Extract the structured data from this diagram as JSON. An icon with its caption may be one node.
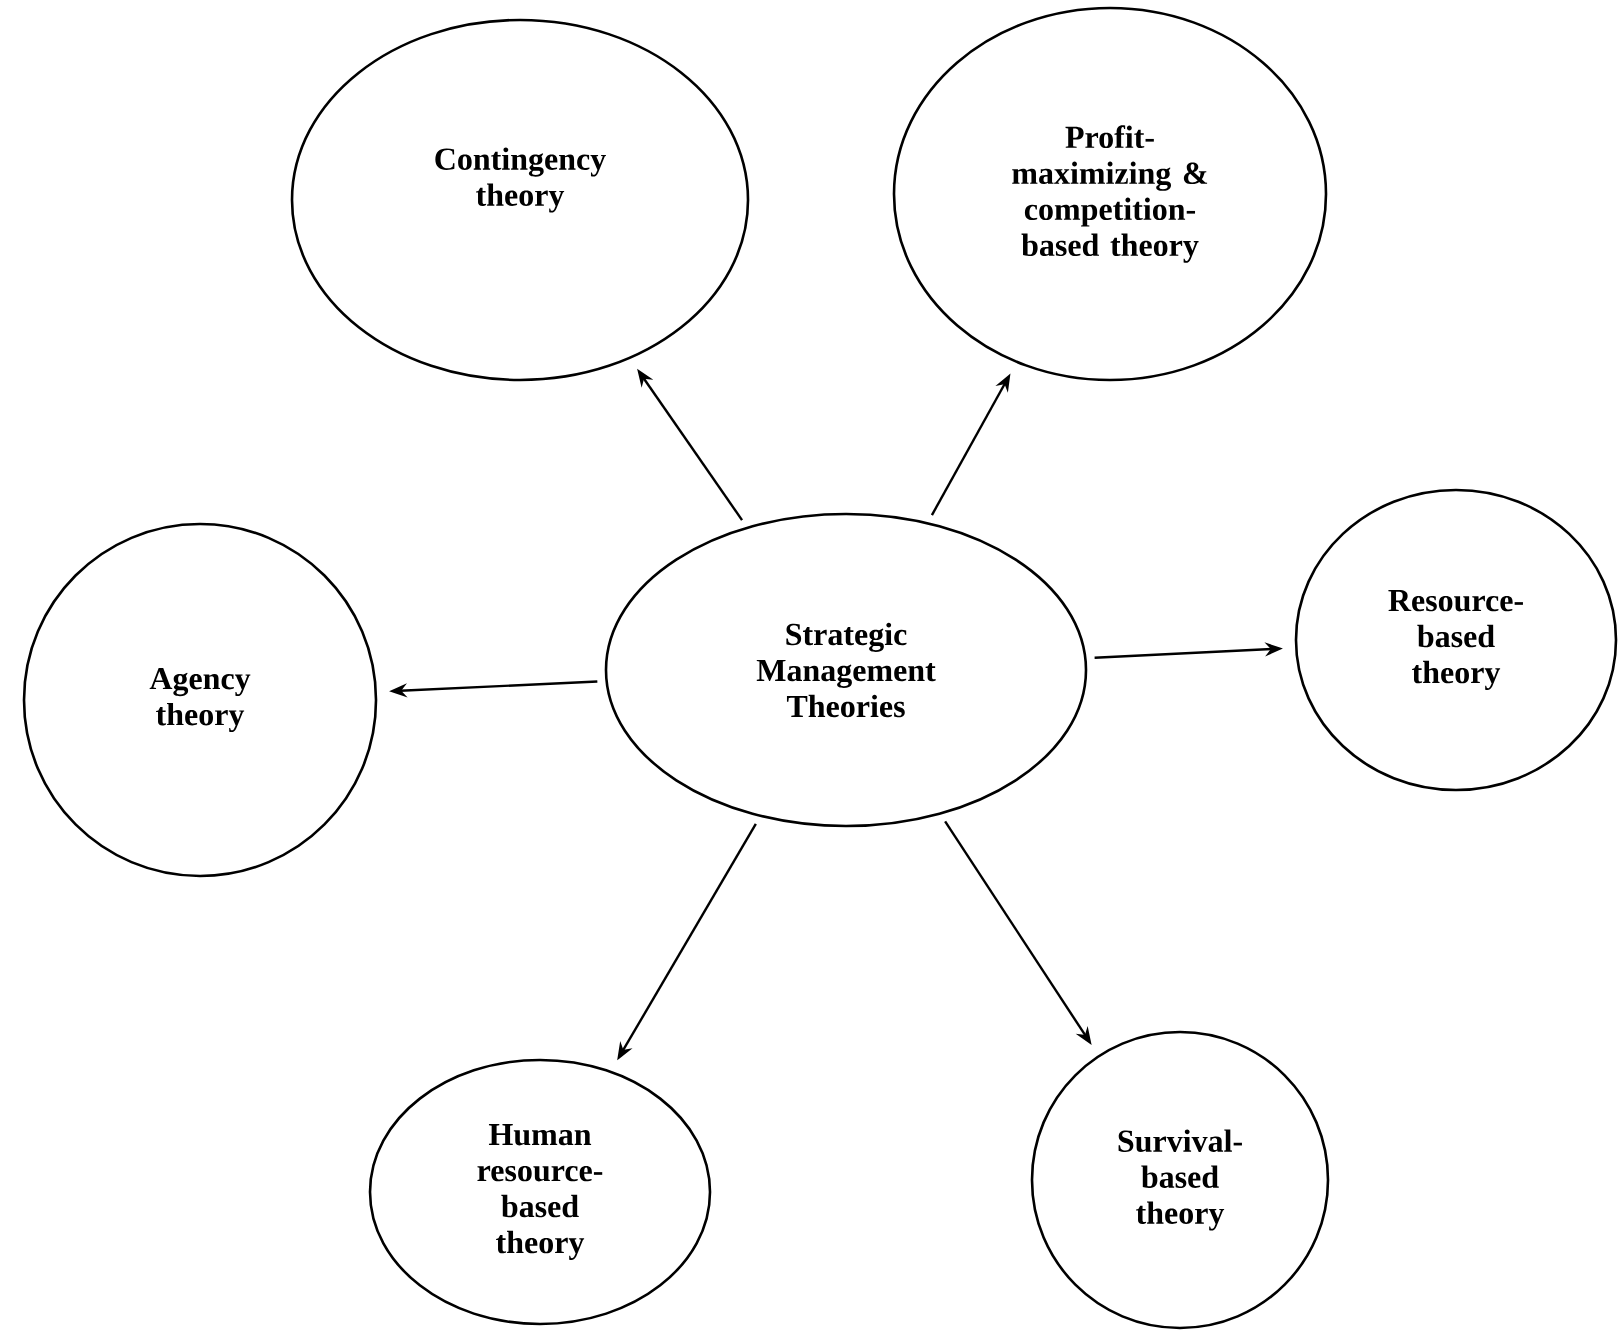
{
  "diagram": {
    "nodes": [
      {
        "text": [
          "Contingency theory"
        ]
      },
      {
        "text": [
          "Profit- maximizing & competition- based theory"
        ]
      },
      {
        "text": [
          "Agency theory"
        ]
      },
      {
        "text": [
          "Strategic Management Theories"
        ]
      },
      {
        "text": [
          "Resource- based theory"
        ]
      },
      {
        "text": [
          "Human resource- based theory"
        ]
      },
      {
        "text": [
          "Survival- based theory"
        ]
      }
    ],
    "edges": [
      {
        "from": 3,
        "to": 0,
        "arrow": "to"
      },
      {
        "from": 3,
        "to": 1,
        "arrow": "to"
      },
      {
        "from": 3,
        "to": 2,
        "arrow": "to"
      },
      {
        "from": 3,
        "to": 4,
        "arrow": "to"
      },
      {
        "from": 3,
        "to": 5,
        "arrow": "to"
      },
      {
        "from": 3,
        "to": 6,
        "arrow": "to"
      }
    ]
  }
}
